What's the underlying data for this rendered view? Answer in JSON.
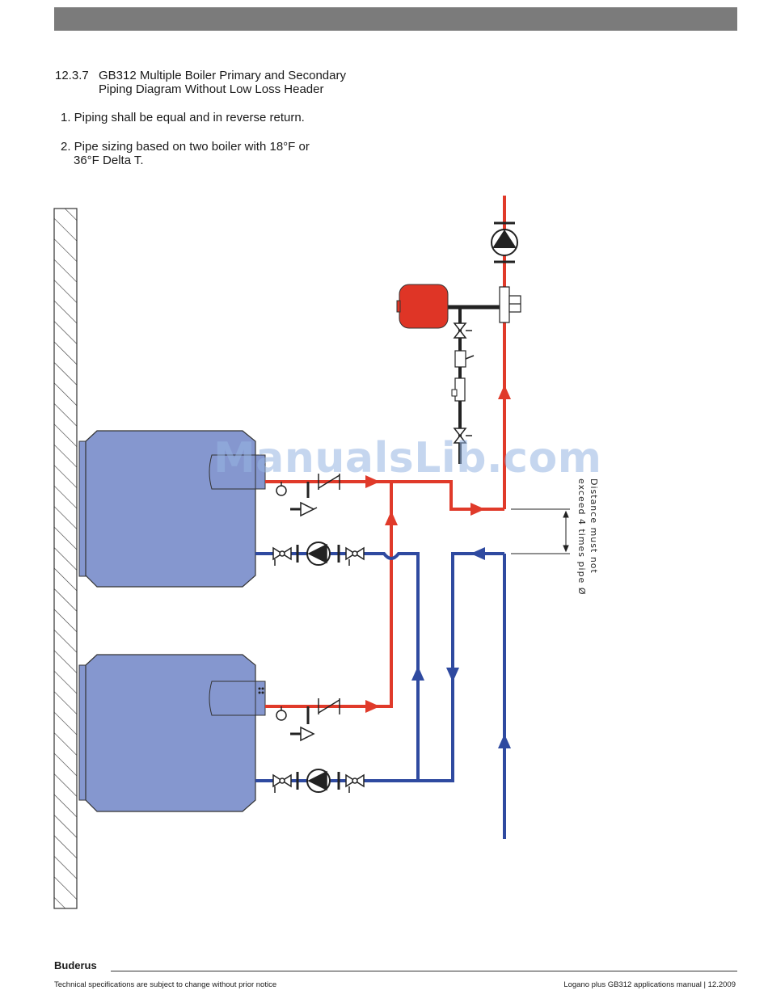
{
  "header": {
    "section_number": "12.3.7",
    "title_line1": "GB312 Multiple Boiler Primary and Secondary",
    "title_line2": "Piping Diagram Without Low Loss Header"
  },
  "notes": [
    {
      "line1": "1. Piping shall be equal and in reverse return.",
      "line2": ""
    },
    {
      "line1": "2. Pipe sizing based on two boiler with 18°F or",
      "line2": "36°F Delta T."
    }
  ],
  "diagram": {
    "annotation_line1": "Distance must not",
    "annotation_line2": "exceed 4 times pipe Ø",
    "colors": {
      "supply_pipe": "#e03a2a",
      "return_pipe": "#2f4aa0",
      "boiler_body": "#8597cf",
      "expansion_tank": "#df3526",
      "wall_hatch": "#333333"
    }
  },
  "watermark": "ManualsLib.com",
  "footer": {
    "brand": "Buderus",
    "left_text": "Technical specifications are subject to change without prior notice",
    "right_text": "Logano plus GB312 applications manual | 12.2009"
  }
}
